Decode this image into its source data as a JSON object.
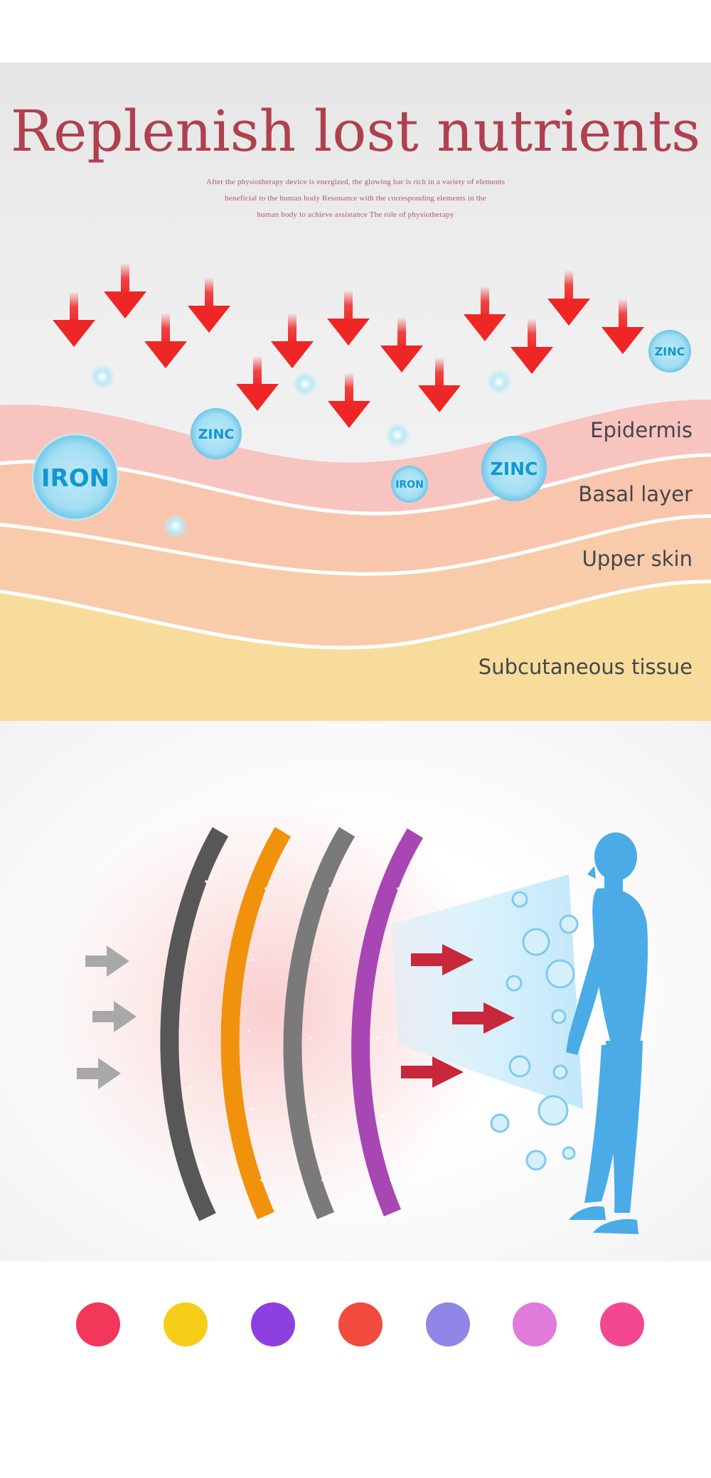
{
  "header": {
    "title": "Replenish lost nutrients",
    "subtitle_lines": [
      "After the physiotherapy device is energized, the glowing bar is rich in a variety of elements",
      "beneficial to the human body Resonance with the corresponding elements in the",
      "human body to achieve assistance The role of physiotherapy"
    ]
  },
  "layers": {
    "epidermis": "Epidermis",
    "basal": "Basal layer",
    "upper": "Upper skin",
    "subcutaneous": "Subcutaneous tissue"
  },
  "elements": {
    "iron": "IRON",
    "zinc": "ZINC"
  },
  "icons": {
    "arrows": "down-arrow-icon",
    "bars": "energy-bar-icon",
    "person": "person-silhouette-icon",
    "bubbles": "bubble-icon"
  },
  "colors": {
    "title": "#b0404f",
    "arrow_red": "#f03030",
    "bar_dark": "#575757",
    "bar_orange": "#f0920c",
    "bar_gray": "#7a7a7a",
    "bar_purple": "#a846b4",
    "person_blue": "#4aabe6",
    "swatches": [
      "#f2375a",
      "#f7cd1a",
      "#8e3fe0",
      "#f24a3c",
      "#8f86e8",
      "#e07bdc",
      "#f24892"
    ]
  }
}
